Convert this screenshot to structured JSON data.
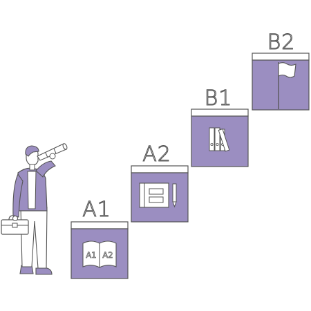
{
  "steps": [
    {
      "label": "A1",
      "icon": "open-book-icon",
      "book_left": "A1",
      "book_right": "A2"
    },
    {
      "label": "A2",
      "icon": "notebook-pencil-icon"
    },
    {
      "label": "B1",
      "icon": "binders-icon"
    },
    {
      "label": "B2",
      "icon": "flag-icon"
    }
  ],
  "colors": {
    "step_fill": "#9b8ec1",
    "outline": "#555555",
    "skin": "#ffffff"
  }
}
